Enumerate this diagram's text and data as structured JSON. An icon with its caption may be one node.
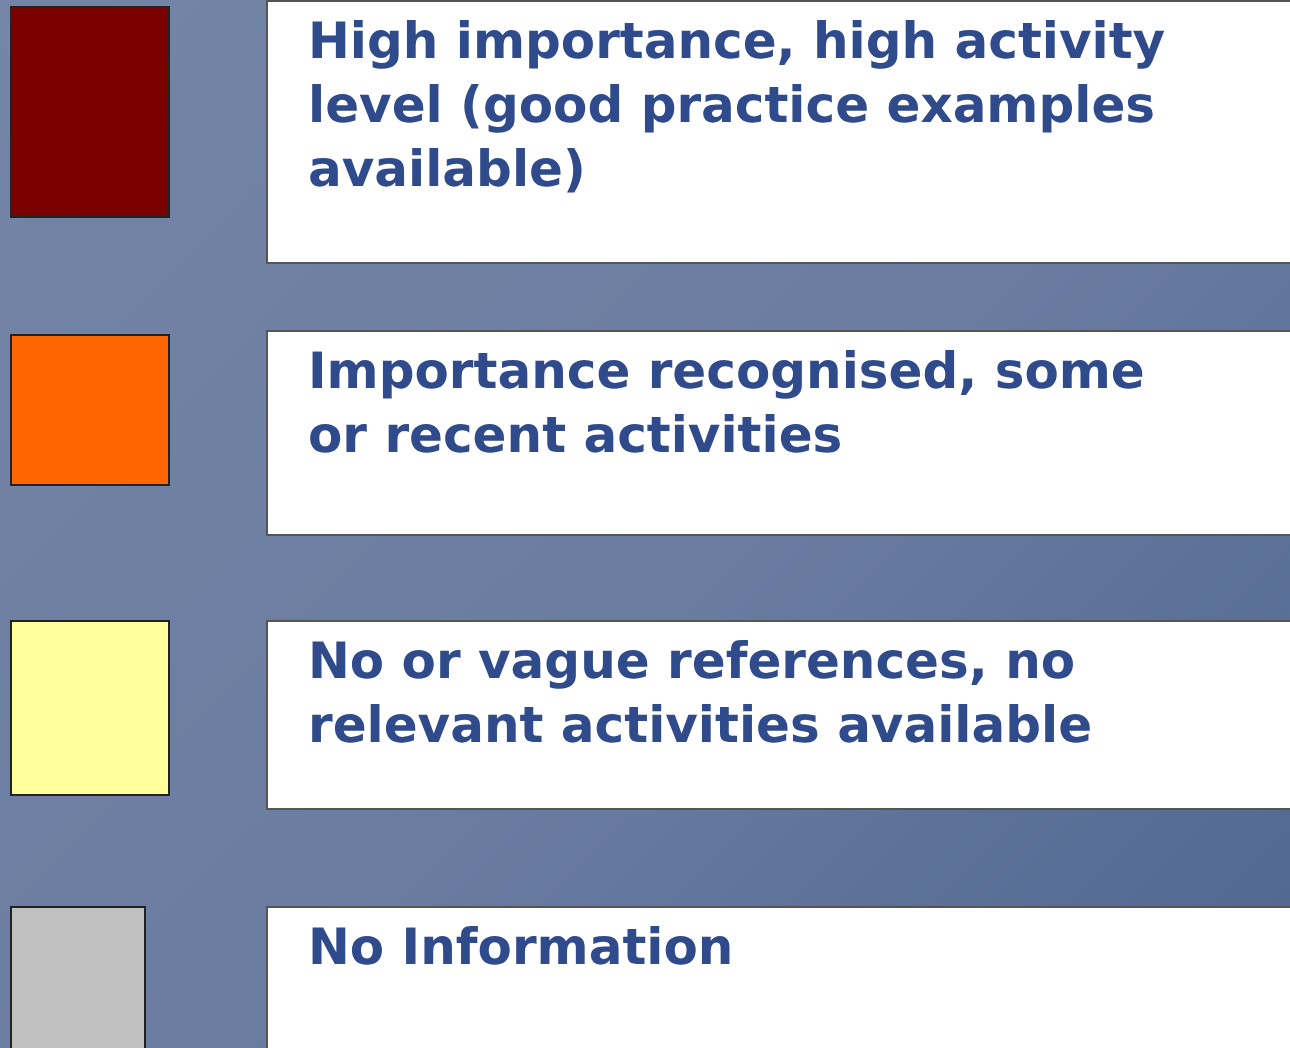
{
  "diagram": {
    "legend": [
      {
        "text": "High importance, high activity level (good practice examples available)",
        "color": "#7b0000"
      },
      {
        "text": "Importance recognised, some or recent activities",
        "color": "#ff6600"
      },
      {
        "text": "No or vague references, no relevant activities available",
        "color": "#ffff99"
      },
      {
        "text": "No Information",
        "color": "#c0c0c0"
      }
    ]
  }
}
